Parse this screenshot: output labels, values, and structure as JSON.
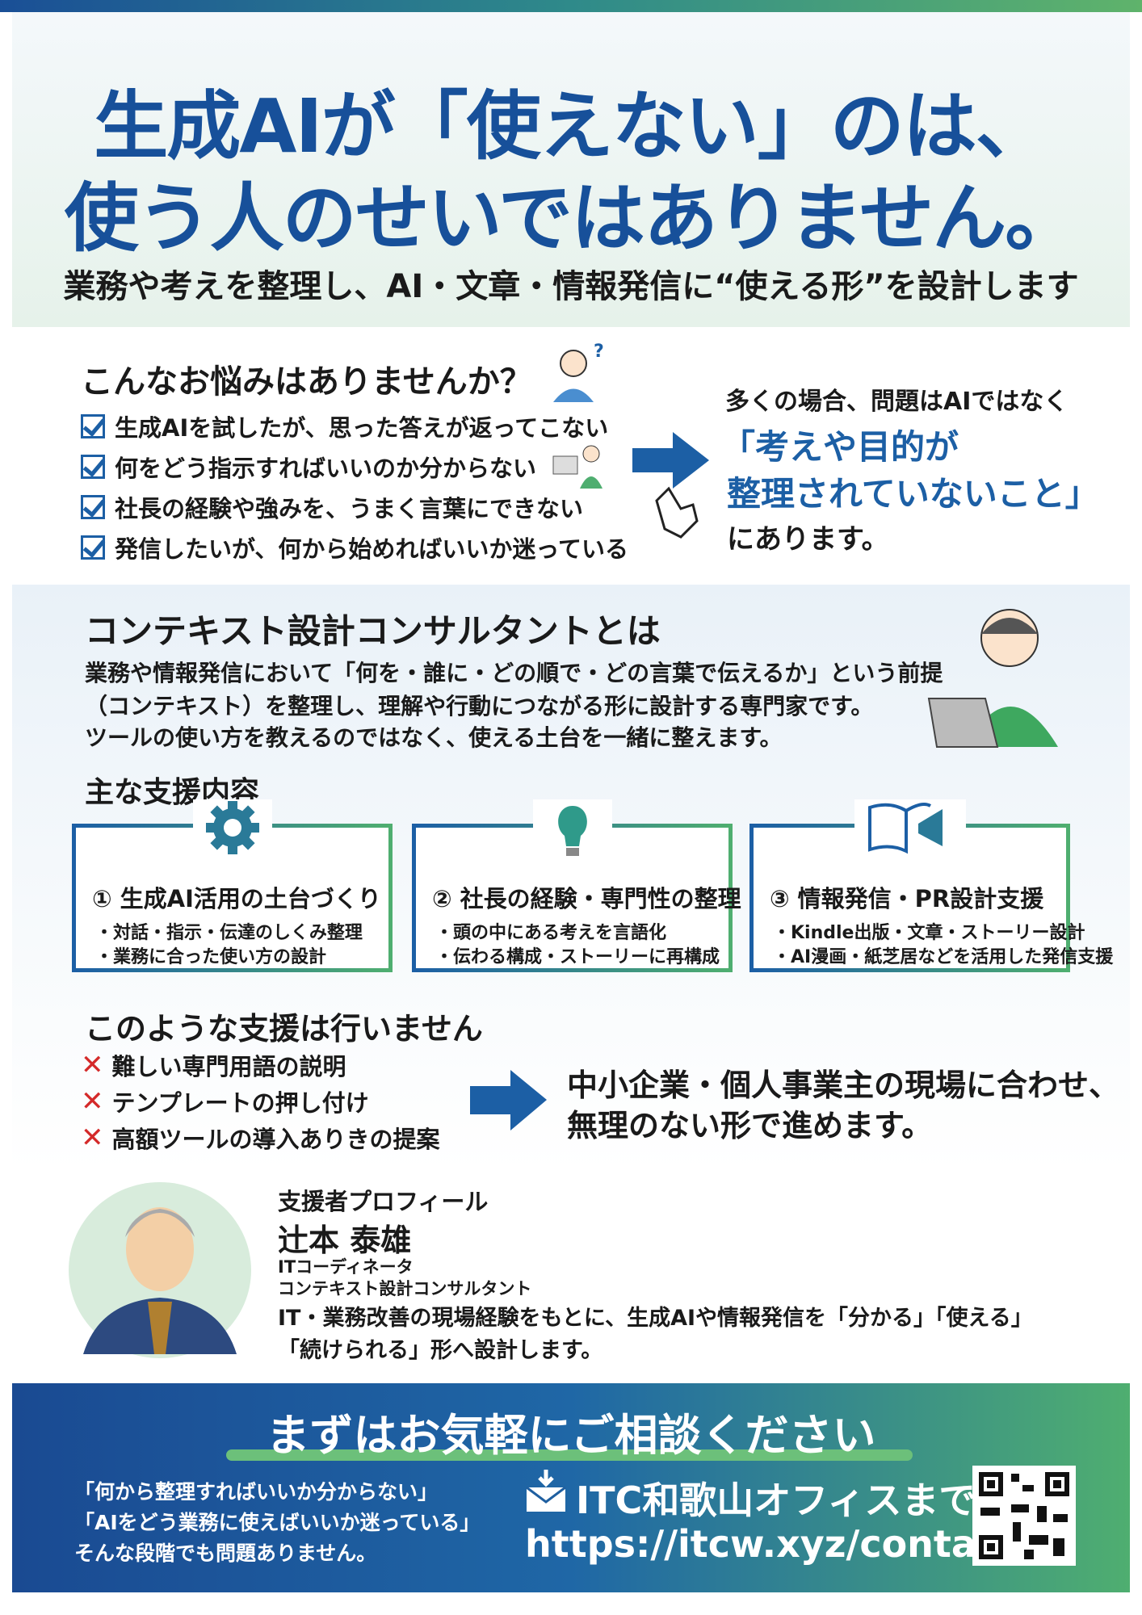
{
  "hero": {
    "title_line1": "生成AIが「使えない」のは、",
    "title_line2": "使う人のせいではありません。",
    "subtitle": "業務や考えを整理し、AI・文章・情報発信に“使える形”を設計します"
  },
  "worries": {
    "heading": "こんなお悩みはありませんか？",
    "items": [
      "生成AIを試したが、思った答えが返ってこない",
      "何をどう指示すればいいのか分からない",
      "社長の経験や強みを、うまく言葉にできない",
      "発信したいが、何から始めればいいか迷っている"
    ],
    "answer_line1": "多くの場合、問題はAIではなく",
    "answer_line2": "「考えや目的が",
    "answer_line3": "整理されていないこと」",
    "answer_line4": "にあります。"
  },
  "about": {
    "heading": "コンテキスト設計コンサルタントとは",
    "lines": [
      "業務や情報発信において「何を・誰に・どの順で・どの言葉で伝えるか」という前提",
      "（コンテキスト）を整理し、理解や行動につながる形に設計する専門家です。",
      "ツールの使い方を教えるのではなく、使える土台を一緒に整えます。"
    ]
  },
  "services": {
    "heading": "主な支援内容",
    "cards": [
      {
        "title": "① 生成AI活用の土台づくり",
        "bullets": [
          "・対話・指示・伝達のしくみ整理",
          "・業務に合った使い方の設計"
        ],
        "icon": "gear-icon"
      },
      {
        "title": "② 社長の経験・専門性の整理",
        "bullets": [
          "・頭の中にある考えを言語化",
          "・伝わる構成・ストーリーに再構成"
        ],
        "icon": "lightbulb-icon"
      },
      {
        "title": "③ 情報発信・PR設計支援",
        "bullets": [
          "・Kindle出版・文章・ストーリー設計",
          "・AI漫画・紙芝居などを活用した発信支援"
        ],
        "icon": "book-megaphone-icon"
      }
    ]
  },
  "not_offered": {
    "heading": "このような支援は行いません",
    "items": [
      "難しい専門用語の説明",
      "テンプレートの押し付け",
      "高額ツールの導入ありきの提案"
    ],
    "summary_line1": "中小企業・個人事業主の現場に合わせ、",
    "summary_line2": "無理のない形で進めます。"
  },
  "profile": {
    "label": "支援者プロフィール",
    "name": "辻本 泰雄",
    "role1": "ITコーディネータ",
    "role2": "コンテキスト設計コンサルタント",
    "desc_line1": "IT・業務改善の現場経験をもとに、生成AIや情報発信を「分かる」「使える」",
    "desc_line2": "「続けられる」形へ設計します。"
  },
  "footer": {
    "heading": "まずはお気軽にご相談ください",
    "quotes": [
      "「何から整理すればいいか分からない」",
      "「AIをどう業務に使えばいいか迷っている」",
      "そんな段階でも問題ありません。"
    ],
    "office": "ITC和歌山オフィスまで",
    "url": "https://itcw.xyz/contact/"
  },
  "colors": {
    "blue": "#17509a",
    "green": "#4fae70",
    "red": "#d42a2a"
  }
}
